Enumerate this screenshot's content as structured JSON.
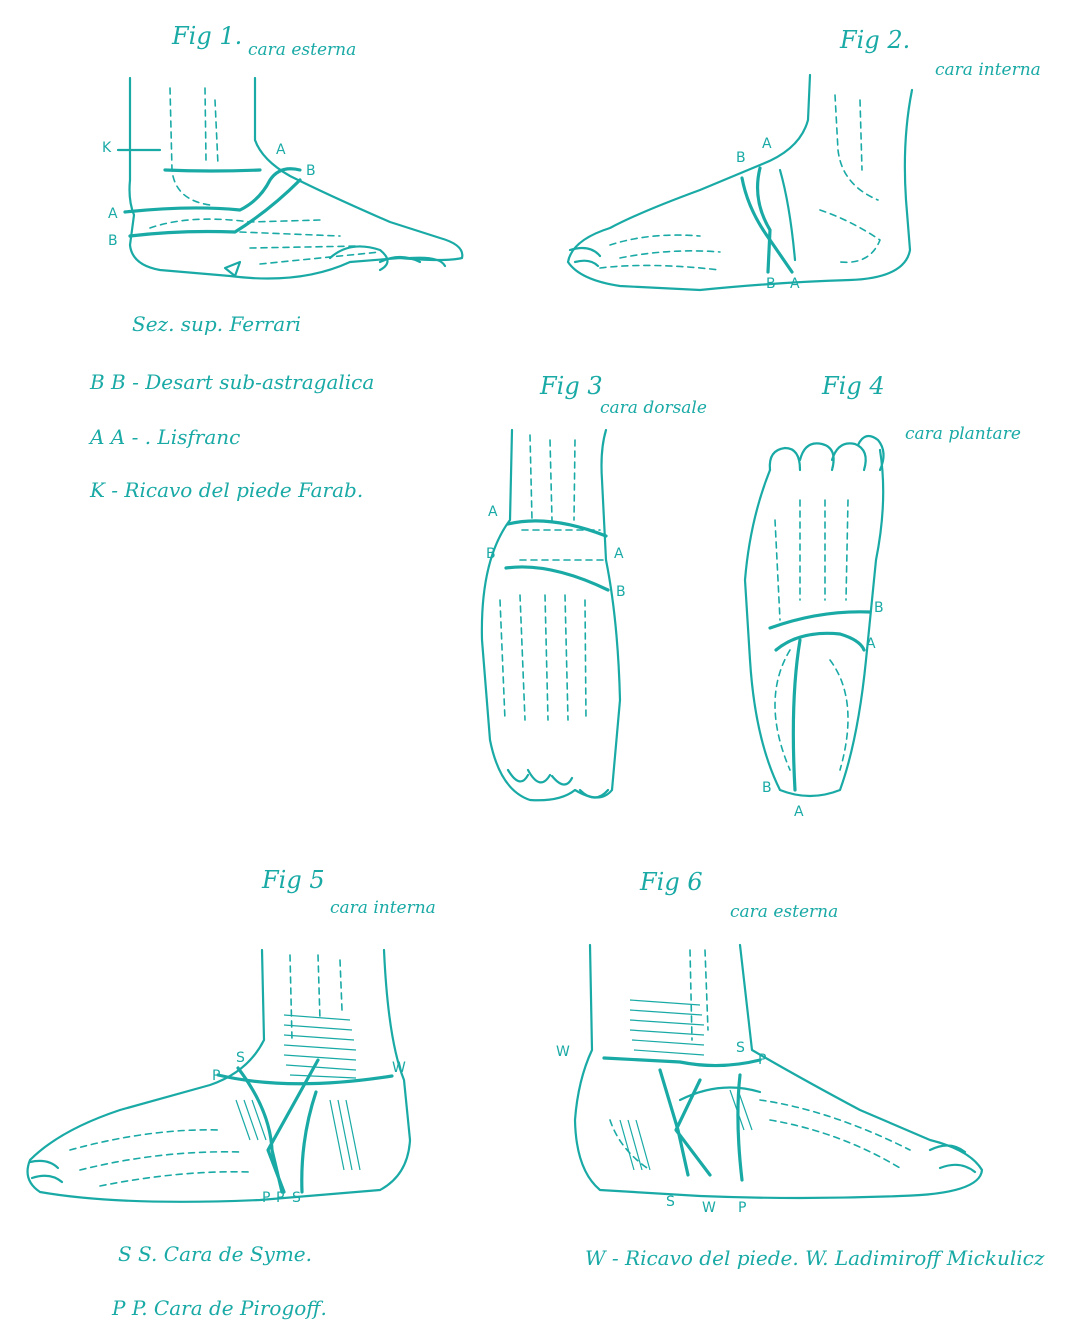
{
  "figures": {
    "fig1": {
      "title": "Fig 1.",
      "subtitle": "cara esterna",
      "caption": "Sez. sup. Ferrari"
    },
    "fig2": {
      "title": "Fig 2.",
      "subtitle": "cara interna"
    },
    "fig3": {
      "title": "Fig 3",
      "subtitle": "cara dorsale"
    },
    "fig4": {
      "title": "Fig 4",
      "subtitle": "cara plantare"
    },
    "fig5": {
      "title": "Fig 5",
      "subtitle": "cara interna"
    },
    "fig6": {
      "title": "Fig 6",
      "subtitle": "cara esterna"
    }
  },
  "legend_top": [
    "B B - Desart sub-astragalica",
    "A A -  .  Lisfranc",
    "K - Ricavo del piede Farab."
  ],
  "legend_bottom_left": [
    "S S. Cara de Syme.",
    "P P. Cara de Pirogoff."
  ],
  "legend_bottom_right": "W - Ricavo del piede. W. Ladimiroff Mickulicz",
  "labels": {
    "A": "A",
    "B": "B",
    "K": "K",
    "S": "S",
    "P": "P",
    "W": "W"
  }
}
